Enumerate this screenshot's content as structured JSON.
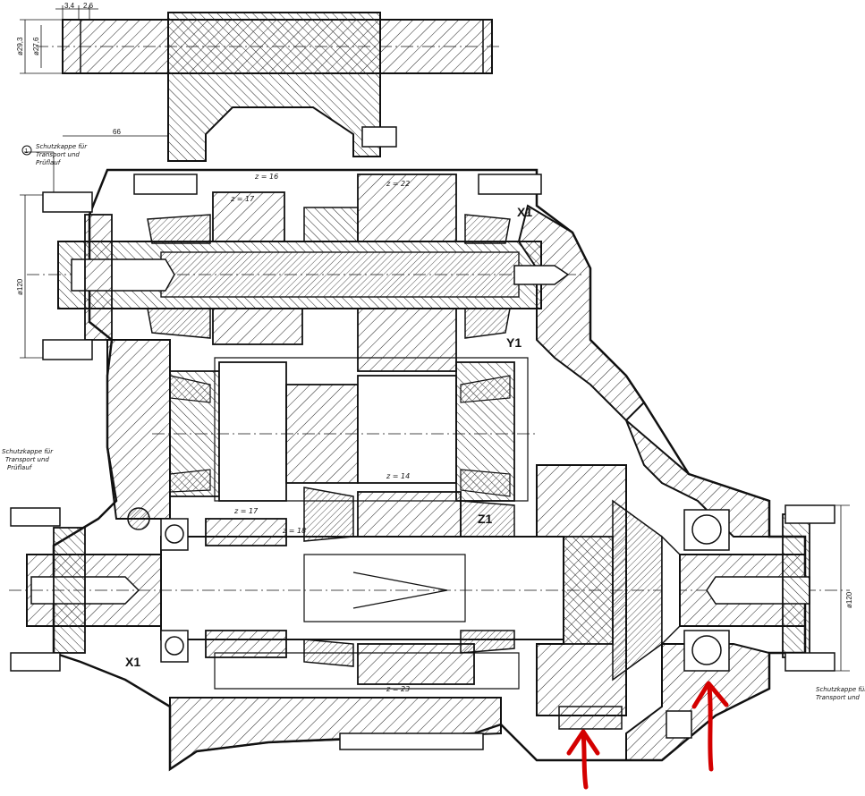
{
  "dimensions": {
    "top_left_1": "3,4",
    "top_left_2": "2,6",
    "dia_top_1": "ø29,3",
    "dia_top_2": "ø27,6",
    "offset_66": "66",
    "dia_120_left": "ø120",
    "dia_120_right": "ø120"
  },
  "notes": {
    "note1_number": "1",
    "note1_lines": [
      "Schutzkappe für",
      "Transport und",
      "Prüflauf"
    ],
    "note2_lines": [
      "Schutzkappe für",
      "Transport und",
      "Prüflauf"
    ],
    "note3_lines": [
      "Schutzkappe für",
      "Transport und"
    ]
  },
  "gears": {
    "z16": "z = 16",
    "z17_top": "z = 17",
    "z22": "z = 22",
    "z14": "z = 14",
    "z17_bottom": "z = 17",
    "z18": "z = 18",
    "z23": "z = 23"
  },
  "bearing_labels": {
    "x1": "X1",
    "y1": "Y1",
    "z1": "Z1",
    "x2": "X1"
  },
  "colors": {
    "ink": "#111111",
    "hatch": "#222222",
    "annotation": "#d40000",
    "paper": "#ffffff"
  }
}
